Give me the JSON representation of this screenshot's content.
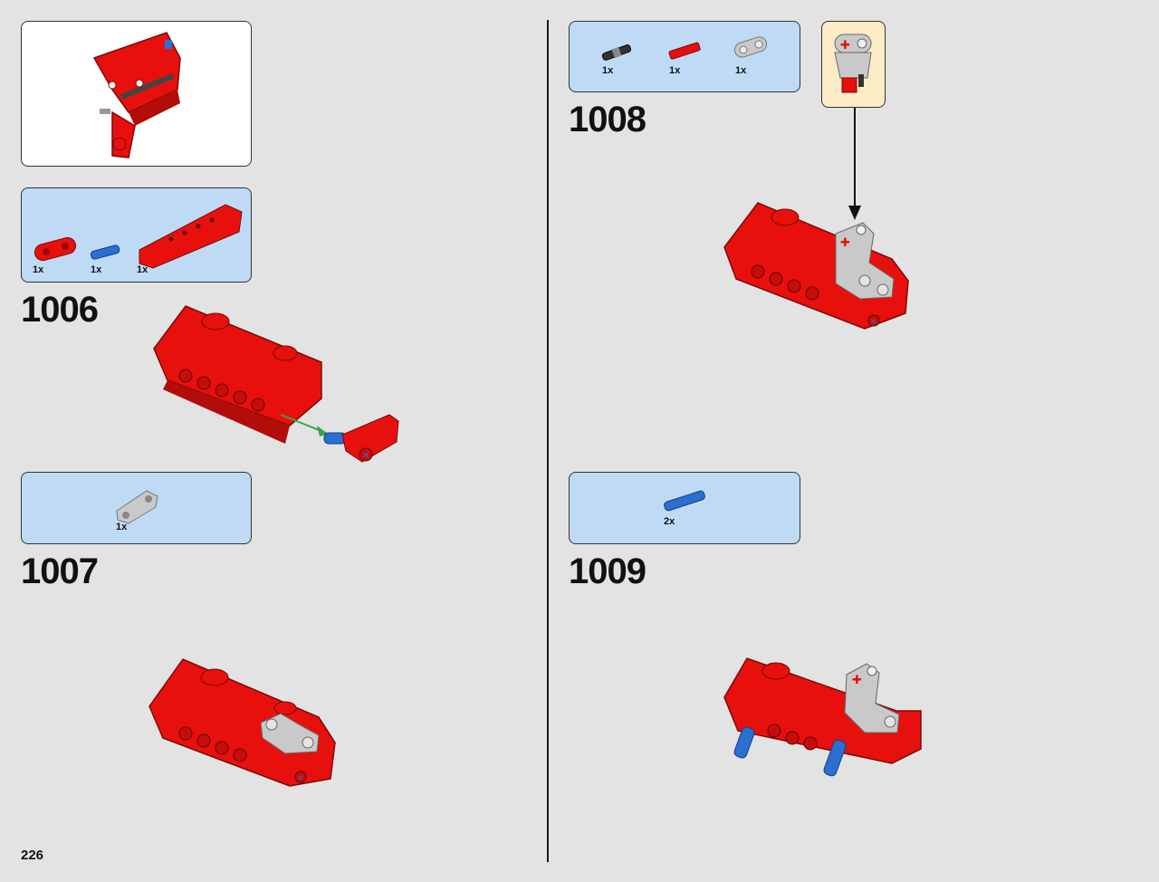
{
  "page_number": "226",
  "steps": [
    {
      "number": "1006",
      "parts": [
        {
          "qty": "1x"
        },
        {
          "qty": "1x"
        },
        {
          "qty": "1x"
        }
      ]
    },
    {
      "number": "1007",
      "parts": [
        {
          "qty": "1x"
        }
      ]
    },
    {
      "number": "1008",
      "parts": [
        {
          "qty": "1x"
        },
        {
          "qty": "1x"
        },
        {
          "qty": "1x"
        }
      ]
    },
    {
      "number": "1009",
      "parts": [
        {
          "qty": "2x"
        }
      ]
    }
  ],
  "colors": {
    "brick_red": "#e8100c",
    "brick_red_dark": "#9a0b08",
    "pin_blue": "#2a6fd1",
    "light_gray": "#c9c9c9",
    "parts_box": "#bfdaf5",
    "callout_box": "#fbecc6",
    "arrow_green": "#36a448"
  }
}
